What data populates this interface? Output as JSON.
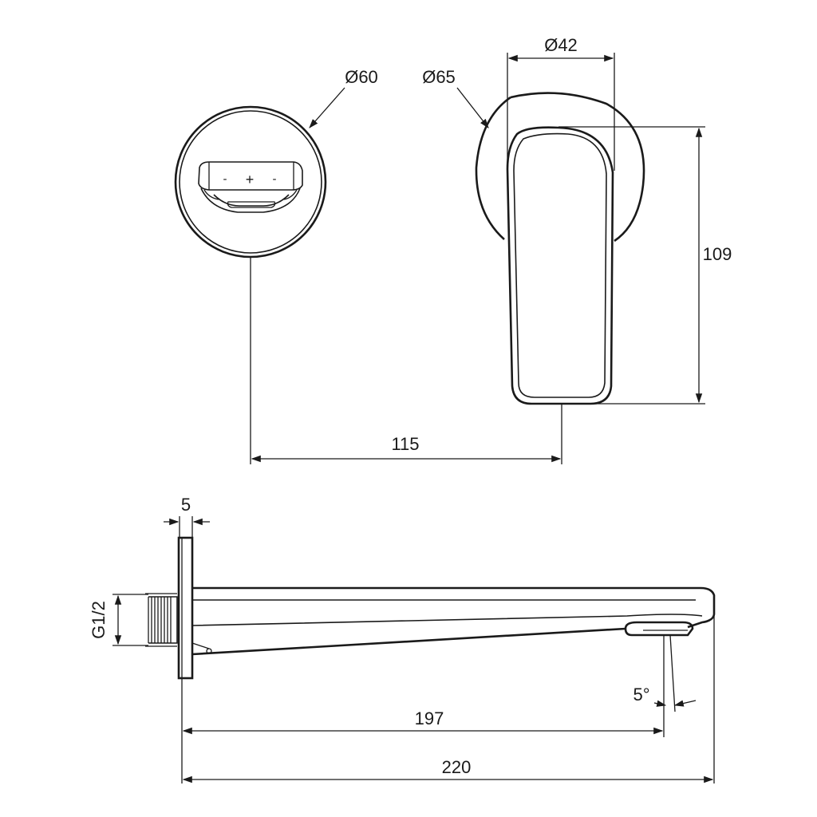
{
  "dimensions": {
    "rosette_front_diameter": "Ø60",
    "rosette_side_diameter": "Ø65",
    "lever_width": "Ø42",
    "lever_height": "109",
    "center_distance": "115",
    "flange_thickness": "5",
    "thread": "G1/2",
    "spout_outlet_distance": "197",
    "overall_length": "220",
    "outlet_angle": "5°"
  },
  "symbols": {
    "minus_left": "-",
    "plus": "+",
    "minus_right": "-"
  }
}
